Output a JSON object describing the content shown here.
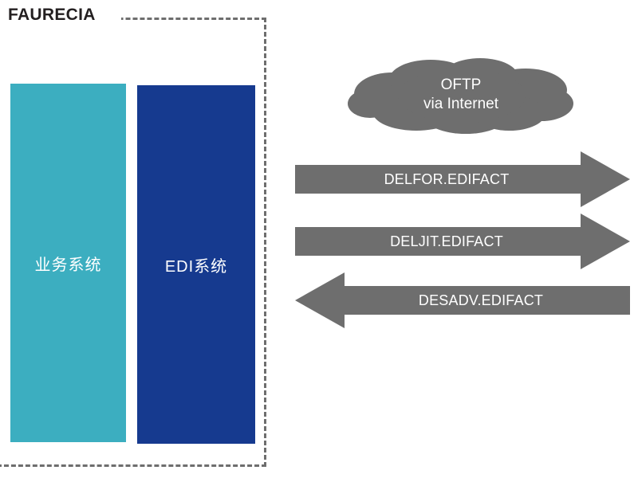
{
  "diagram": {
    "title": "FAURECIA",
    "colors": {
      "teal": "#3caec0",
      "blue": "#163a8f",
      "gray": "#6e6e6e",
      "dash": "#6e6e6e",
      "text_dark": "#231f20",
      "text_light": "#ffffff",
      "background": "#ffffff"
    },
    "boundary": {
      "style": "dashed",
      "label": "faurecia-internal-boundary"
    },
    "systems": [
      {
        "id": "business-system",
        "label": "业务系统",
        "color": "#3caec0"
      },
      {
        "id": "edi-system",
        "label": "EDI系统",
        "color": "#163a8f"
      }
    ],
    "network": {
      "id": "oftp-cloud",
      "shape": "cloud",
      "line1": "OFTP",
      "line2": "via Internet",
      "color": "#6e6e6e"
    },
    "flows": [
      {
        "id": "delfor",
        "label": "DELFOR.EDIFACT",
        "direction": "right",
        "color": "#6e6e6e"
      },
      {
        "id": "deljit",
        "label": "DELJIT.EDIFACT",
        "direction": "right",
        "color": "#6e6e6e"
      },
      {
        "id": "desadv",
        "label": "DESADV.EDIFACT",
        "direction": "left",
        "color": "#6e6e6e"
      }
    ]
  }
}
